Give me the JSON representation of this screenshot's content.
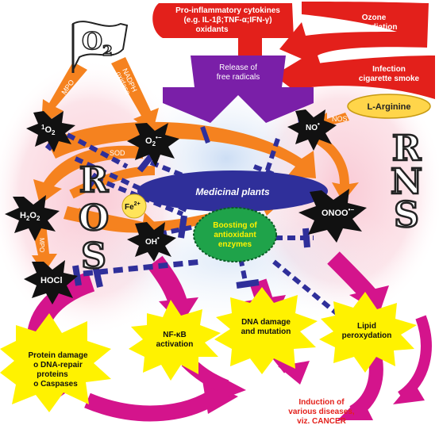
{
  "colors": {
    "red_arrow": "#e3201b",
    "purple": "#7a1fa8",
    "orange": "#f5821f",
    "magenta": "#d4148c",
    "navy": "#2f2f9a",
    "yellow": "#fff200",
    "green": "#1fa34a",
    "pink_glow": "#f7c3cf",
    "blue_glow": "#c9dcf2",
    "black_star": "#111111"
  },
  "top_sources": {
    "cytokines_line1": "Pro-inflammatory cytokines",
    "cytokines_line2": "(e.g. IL-1β;TNF-α;IFN-γ)",
    "cytokines_line3": "oxidants",
    "ozone_line1": "Ozone",
    "ozone_line2": "UV-radiation",
    "infection_line1": "Infection",
    "infection_line2": "cigarette smoke"
  },
  "release_line1": "Release of",
  "release_line2": "free radicals",
  "o2_flag": "O",
  "o2_sub": "2",
  "arrows": {
    "mpo_top": "MPO",
    "nadph_line1": "NADPH",
    "nadph_line2": "oxidase",
    "sod": "SOD",
    "mpo_lower": "MPO",
    "nos": "NOS"
  },
  "species": {
    "singlet_o2_pre": "1",
    "singlet_o2_main": "O",
    "singlet_o2_sub": "2",
    "superoxide_main": "O",
    "superoxide_sub": "2",
    "superoxide_sup": "•−",
    "h2o2_main": "H",
    "h2o2_sub": "2",
    "h2o2_tail": "O",
    "h2o2_sub2": "2",
    "hocl": "HOCl",
    "hydroxyl_main": "OH",
    "hydroxyl_sup": "•",
    "iron_main": "Fe",
    "iron_sup": "2+",
    "nitric_oxide_main": "NO",
    "nitric_oxide_sup": "•",
    "peroxynitrite_main": "ONOO",
    "peroxynitrite_sup": "•−",
    "arginine": "L-Arginine"
  },
  "ros_letters": [
    "R",
    "O",
    "S"
  ],
  "rns_letters": [
    "R",
    "N",
    "S"
  ],
  "medicinal_plants": "Medicinal plants",
  "boost_line1": "Boosting of",
  "boost_line2": "antioxidant",
  "boost_line3": "enzymes",
  "outcomes": {
    "protein_line1": "Protein damage",
    "protein_line2": "o DNA-repair",
    "protein_line3": "proteins",
    "protein_line4": "o Caspases",
    "nfkb_line1": "NF-κB",
    "nfkb_line2": "activation",
    "dna_line1": "DNA damage",
    "dna_line2": "and mutation",
    "lipid_line1": "Lipid",
    "lipid_line2": "peroxydation"
  },
  "disease_line1": "Induction of",
  "disease_line2": "various diseases,",
  "disease_line3": "viz. CANCER"
}
